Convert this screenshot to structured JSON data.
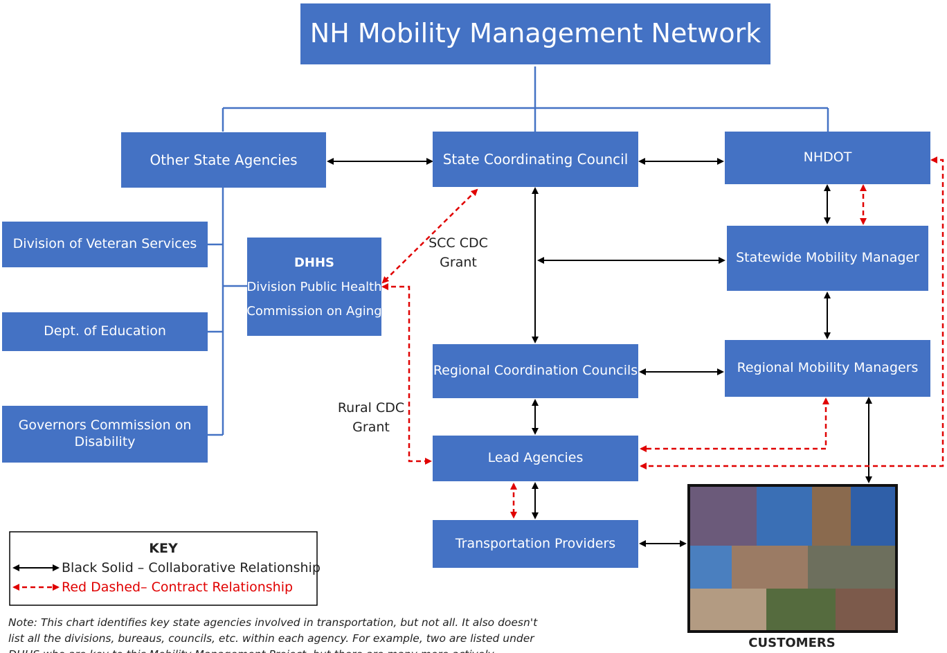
{
  "title": "NH Mobility Management Network",
  "nodes": {
    "other_state": "Other State Agencies",
    "scc": "State Coordinating Council",
    "nhdot": "NHDOT",
    "veteran": "Division of Veteran Services",
    "education": "Dept. of Education",
    "governors": "Governors Commission on Disability",
    "dhhs_title": "DHHS",
    "dhhs_line1": "Division Public Health",
    "dhhs_line2": "Commission on Aging",
    "statewide_mm": "Statewide Mobility Manager",
    "rcc": "Regional Coordination Councils",
    "rmm": "Regional Mobility Managers",
    "lead": "Lead Agencies",
    "transport": "Transportation Providers"
  },
  "labels": {
    "scc_grant_line1": "SCC CDC",
    "scc_grant_line2": "Grant",
    "rural_grant_line1": "Rural CDC",
    "rural_grant_line2": "Grant",
    "customers": "CUSTOMERS"
  },
  "key": {
    "title": "KEY",
    "solid": "Black Solid – Collaborative Relationship",
    "dashed": "Red Dashed– Contract Relationship"
  },
  "note": "Note: This chart identifies key state agencies involved in transportation, but not all. It also doesn't list all the divisions, bureaus, councils, etc. within each agency. For example, two are listed under DHHS who are key to this Mobility Management Project, but there are many more actively engaged in this shared work.",
  "colors": {
    "box": "#4472c4",
    "tree_line": "#4472c4",
    "solid_arrow": "#000000",
    "dashed_arrow": "#e00000"
  }
}
